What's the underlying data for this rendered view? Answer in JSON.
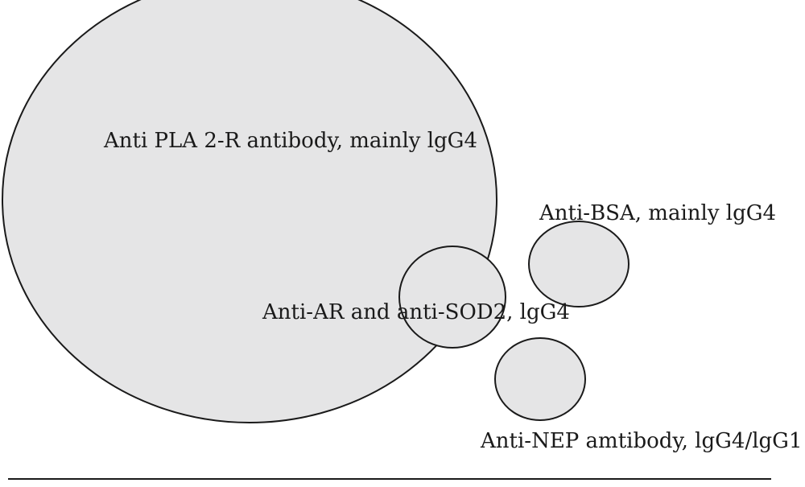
{
  "diagram": {
    "colors": {
      "fill": "#e5e5e6",
      "stroke": "#1a1a1a",
      "text": "#1a1a1a",
      "background": "#ffffff"
    },
    "labels": {
      "pla2r": "Anti PLA 2-R antibody, mainly lgG4",
      "bsa": "Anti-BSA, mainly lgG4",
      "ar_sod2": "Anti-AR and anti-SOD2, lgG4",
      "nep": "Anti-NEP amtibody, lgG4/lgG1"
    }
  }
}
